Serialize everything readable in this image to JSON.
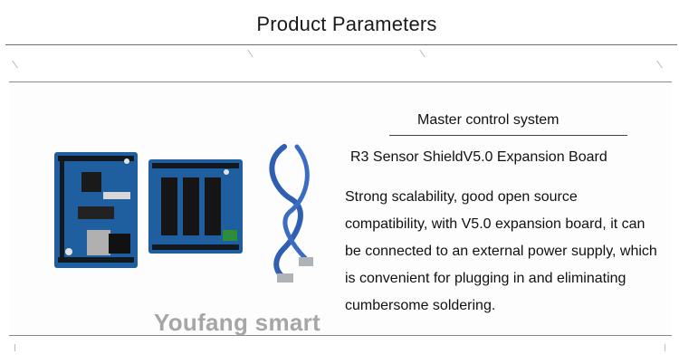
{
  "header": {
    "title": "Product Parameters"
  },
  "content": {
    "subtitle": "Master control system",
    "model": "R3 Sensor ShieldV5.0 Expansion Board",
    "description": "Strong scalability, good open source compatibility, with V5.0 expansion board, it can be connected to an external power supply, which is convenient for plugging in and eliminating cumbersome soldering."
  },
  "watermark": "Youfang smart",
  "colors": {
    "board": "#1f5fa0",
    "cable": "#2f5fb0",
    "text": "#111111"
  }
}
